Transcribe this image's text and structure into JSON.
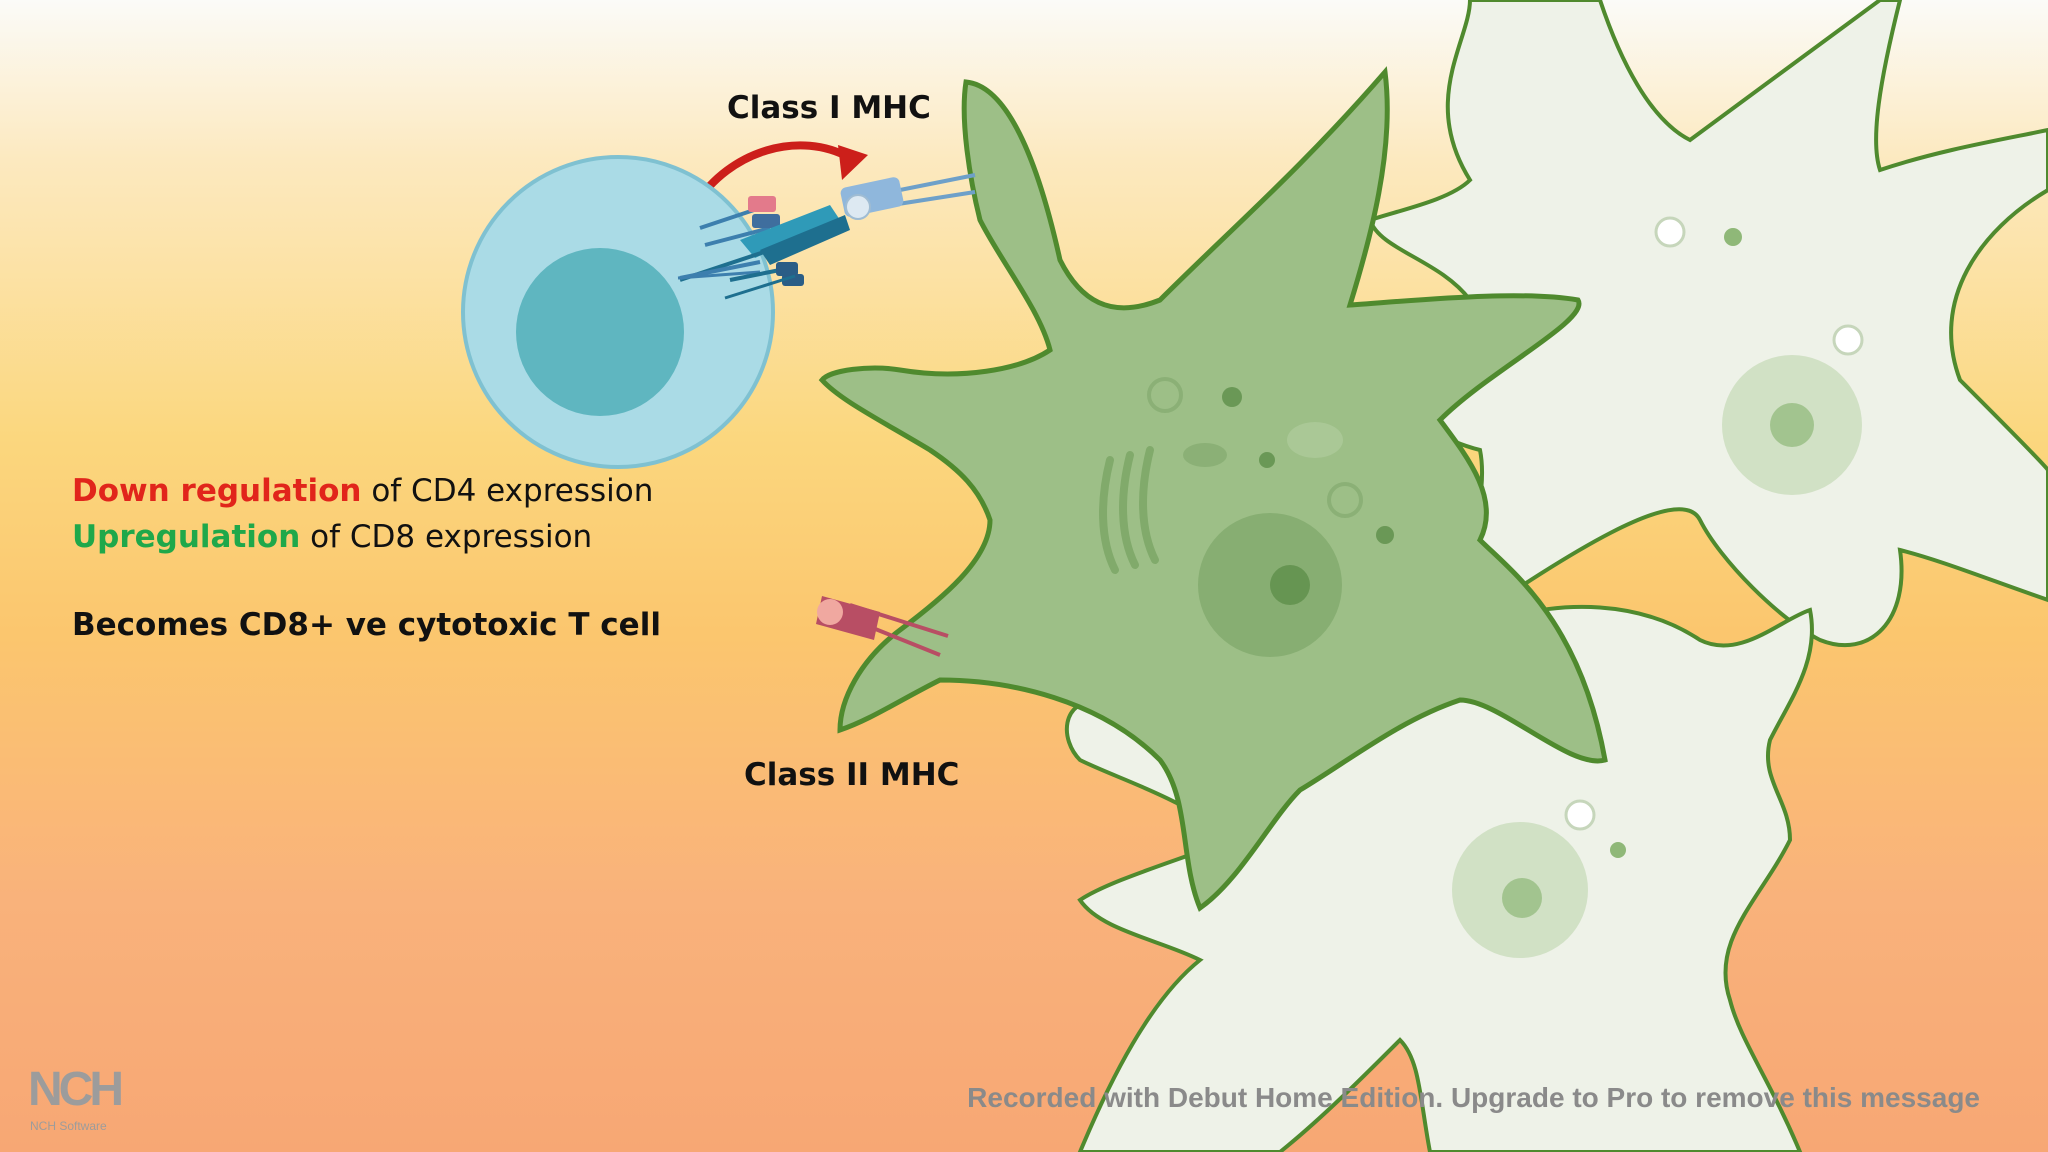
{
  "labels": {
    "class1": "Class I MHC",
    "class2": "Class II MHC"
  },
  "text": {
    "line1_emph": "Down regulation",
    "line1_rest": " of CD4 expression",
    "line2_emph": "Upregulation",
    "line2_rest": " of CD8 expression",
    "line3": "Becomes CD8+ ve cytotoxic T cell"
  },
  "watermark": "Recorded with Debut Home Edition. Upgrade to Pro to remove this message",
  "logo": {
    "mark": "NCH",
    "sub": "NCH Software"
  },
  "colors": {
    "downregulation": "#e1251b",
    "upregulation": "#1fa84a",
    "dendritic_cell": "#9dbf87",
    "cell_outline": "#4f8a2e",
    "t_cell": "#aadbe6",
    "t_nucleus": "#5fb6c0",
    "arrow": "#cc1f1a"
  }
}
